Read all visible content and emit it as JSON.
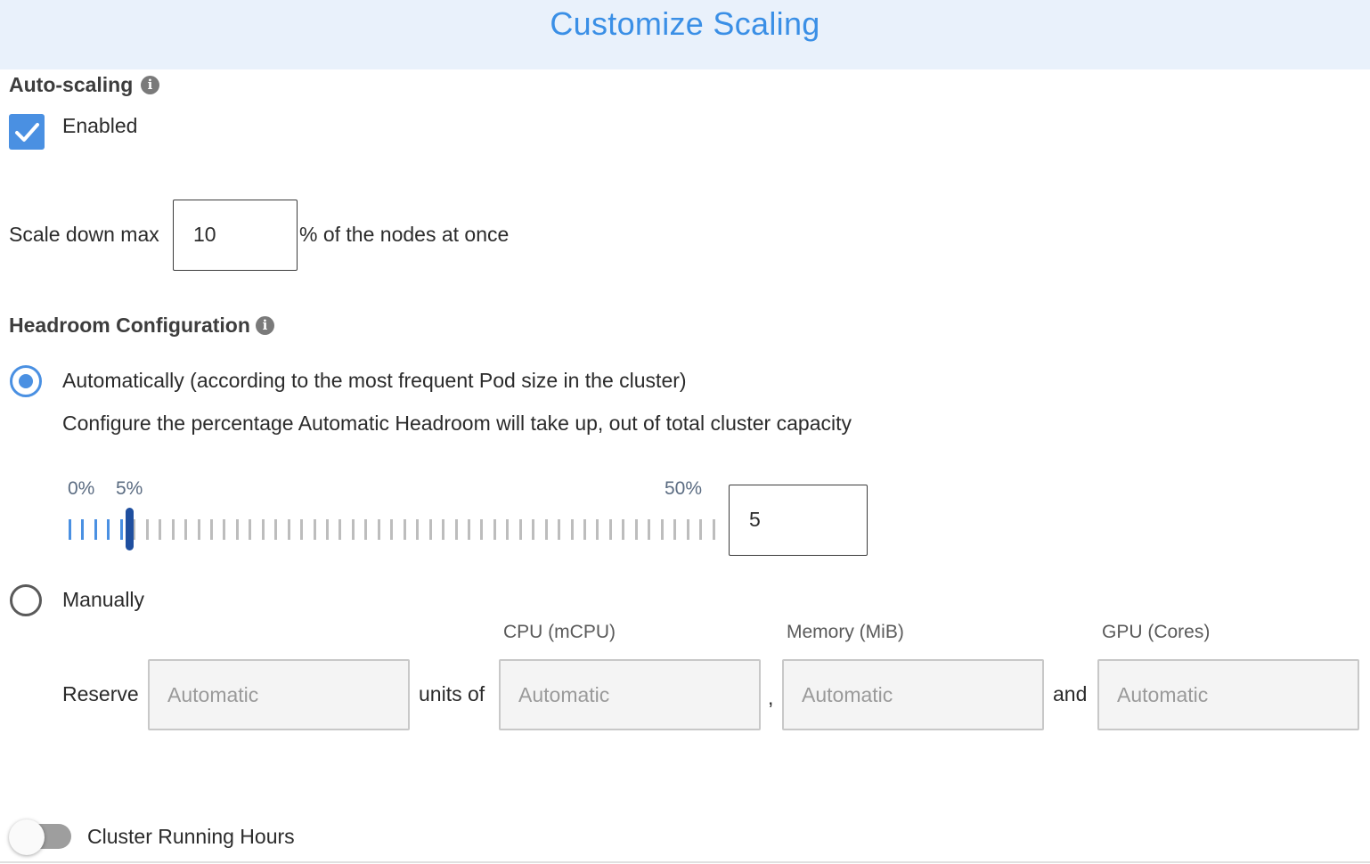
{
  "header": {
    "title": "Customize Scaling"
  },
  "autoscaling": {
    "label": "Auto-scaling",
    "info_icon": "info-icon",
    "checkbox_label": "Enabled",
    "checked": true
  },
  "scale_down": {
    "prefix": "Scale down max",
    "value": "10",
    "suffix": "% of the nodes at once"
  },
  "headroom": {
    "label": "Headroom Configuration",
    "auto_option": {
      "label": "Automatically (according to the most frequent Pod size in the cluster)",
      "selected": true,
      "description": "Configure the percentage Automatic Headroom will take up, out of total cluster capacity",
      "slider": {
        "min_label": "0%",
        "current_label": "5%",
        "max_label": "50%",
        "value": 5,
        "min": 0,
        "max": 50
      },
      "value_input": "5"
    },
    "manual_option": {
      "label": "Manually",
      "selected": false,
      "reserve_label": "Reserve",
      "units_of_label": "units of",
      "comma": ",",
      "and_label": "and",
      "columns": {
        "cpu": "CPU (mCPU)",
        "memory": "Memory (MiB)",
        "gpu": "GPU (Cores)"
      },
      "placeholders": {
        "units": "Automatic",
        "cpu": "Automatic",
        "memory": "Automatic",
        "gpu": "Automatic"
      }
    }
  },
  "running_hours": {
    "label": "Cluster Running Hours",
    "enabled": false
  },
  "colors": {
    "accent": "#4a90e2",
    "header_bg": "#e9f1fb",
    "thumb": "#1f4f9f"
  }
}
